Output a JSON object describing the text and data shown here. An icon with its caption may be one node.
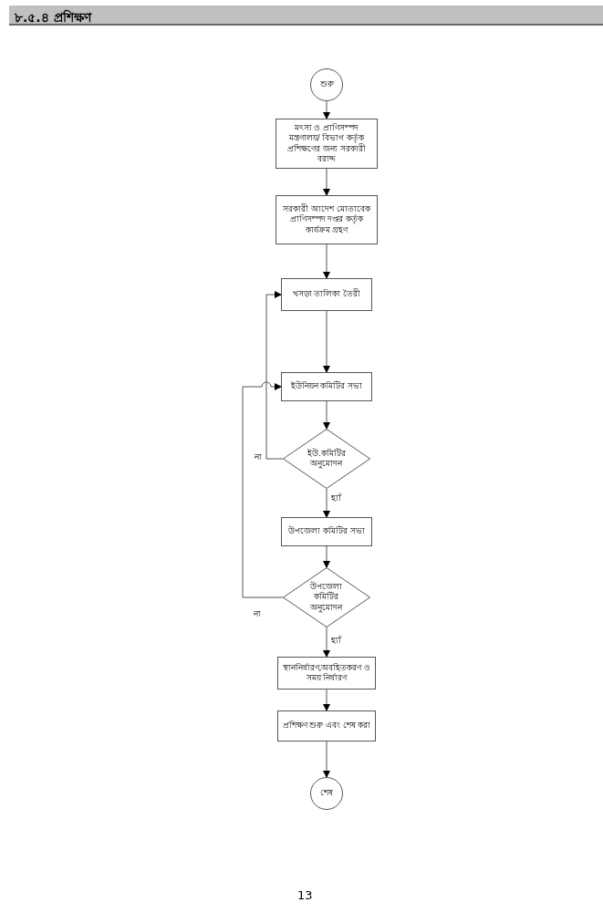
{
  "diagram": {
    "title": "৮.৫.৪ প্রশিক্ষণ",
    "nodes": [
      {
        "text": [
          "শুরু"
        ]
      },
      {
        "text": [
          "মৎস্য ও প্রাণিসম্পদ মন্ত্রণালয়/ বিভাগ কর্তৃক প্রশিক্ষণের জন্য সরকারী বরাদ্দ"
        ]
      },
      {
        "text": [
          "সরকারী আদেশ মোতাবেক প্রাণিসম্পদ দপ্তর কর্তৃক কার্যক্রম গ্রহণ"
        ]
      },
      {
        "text": [
          "খসড়া তালিকা তৈরী"
        ]
      },
      {
        "text": [
          "ইউনিয়ন কমিটির সভা"
        ]
      },
      {
        "text": [
          "ইউ.কমিটির অনুমোদন"
        ]
      },
      {
        "text": [
          "উপজেলা কমিটির সভা"
        ]
      },
      {
        "text": [
          "উপজেলা কমিটির অনুমোদন"
        ]
      },
      {
        "text": [
          "স্থাননির্ধারণ,অবহিতকরণ ও সময় নির্ধারণ"
        ]
      },
      {
        "text": [
          "প্রশিক্ষণ শুরু এবং শেষ করা"
        ]
      },
      {
        "text": [
          "শেষ"
        ]
      }
    ],
    "edges": [
      {
        "from": 0,
        "to": 1,
        "arrow": "to"
      },
      {
        "from": 1,
        "to": 2,
        "arrow": "to"
      },
      {
        "from": 2,
        "to": 3,
        "arrow": "to"
      },
      {
        "from": 3,
        "to": 4,
        "arrow": "to"
      },
      {
        "from": 4,
        "to": 5,
        "arrow": "to"
      },
      {
        "from": 5,
        "to": 6,
        "arrow": "to",
        "label": "হ্যাঁ"
      },
      {
        "from": 6,
        "to": 7,
        "arrow": "to"
      },
      {
        "from": 7,
        "to": 8,
        "arrow": "to",
        "label": "হ্যাঁ"
      },
      {
        "from": 8,
        "to": 9,
        "arrow": "to"
      },
      {
        "from": 9,
        "to": 10,
        "arrow": "to"
      },
      {
        "from": 5,
        "to": 3,
        "arrow": "to",
        "label": "না"
      },
      {
        "from": 7,
        "to": 4,
        "arrow": "to",
        "label": "না"
      }
    ],
    "labels": [
      "13"
    ]
  }
}
